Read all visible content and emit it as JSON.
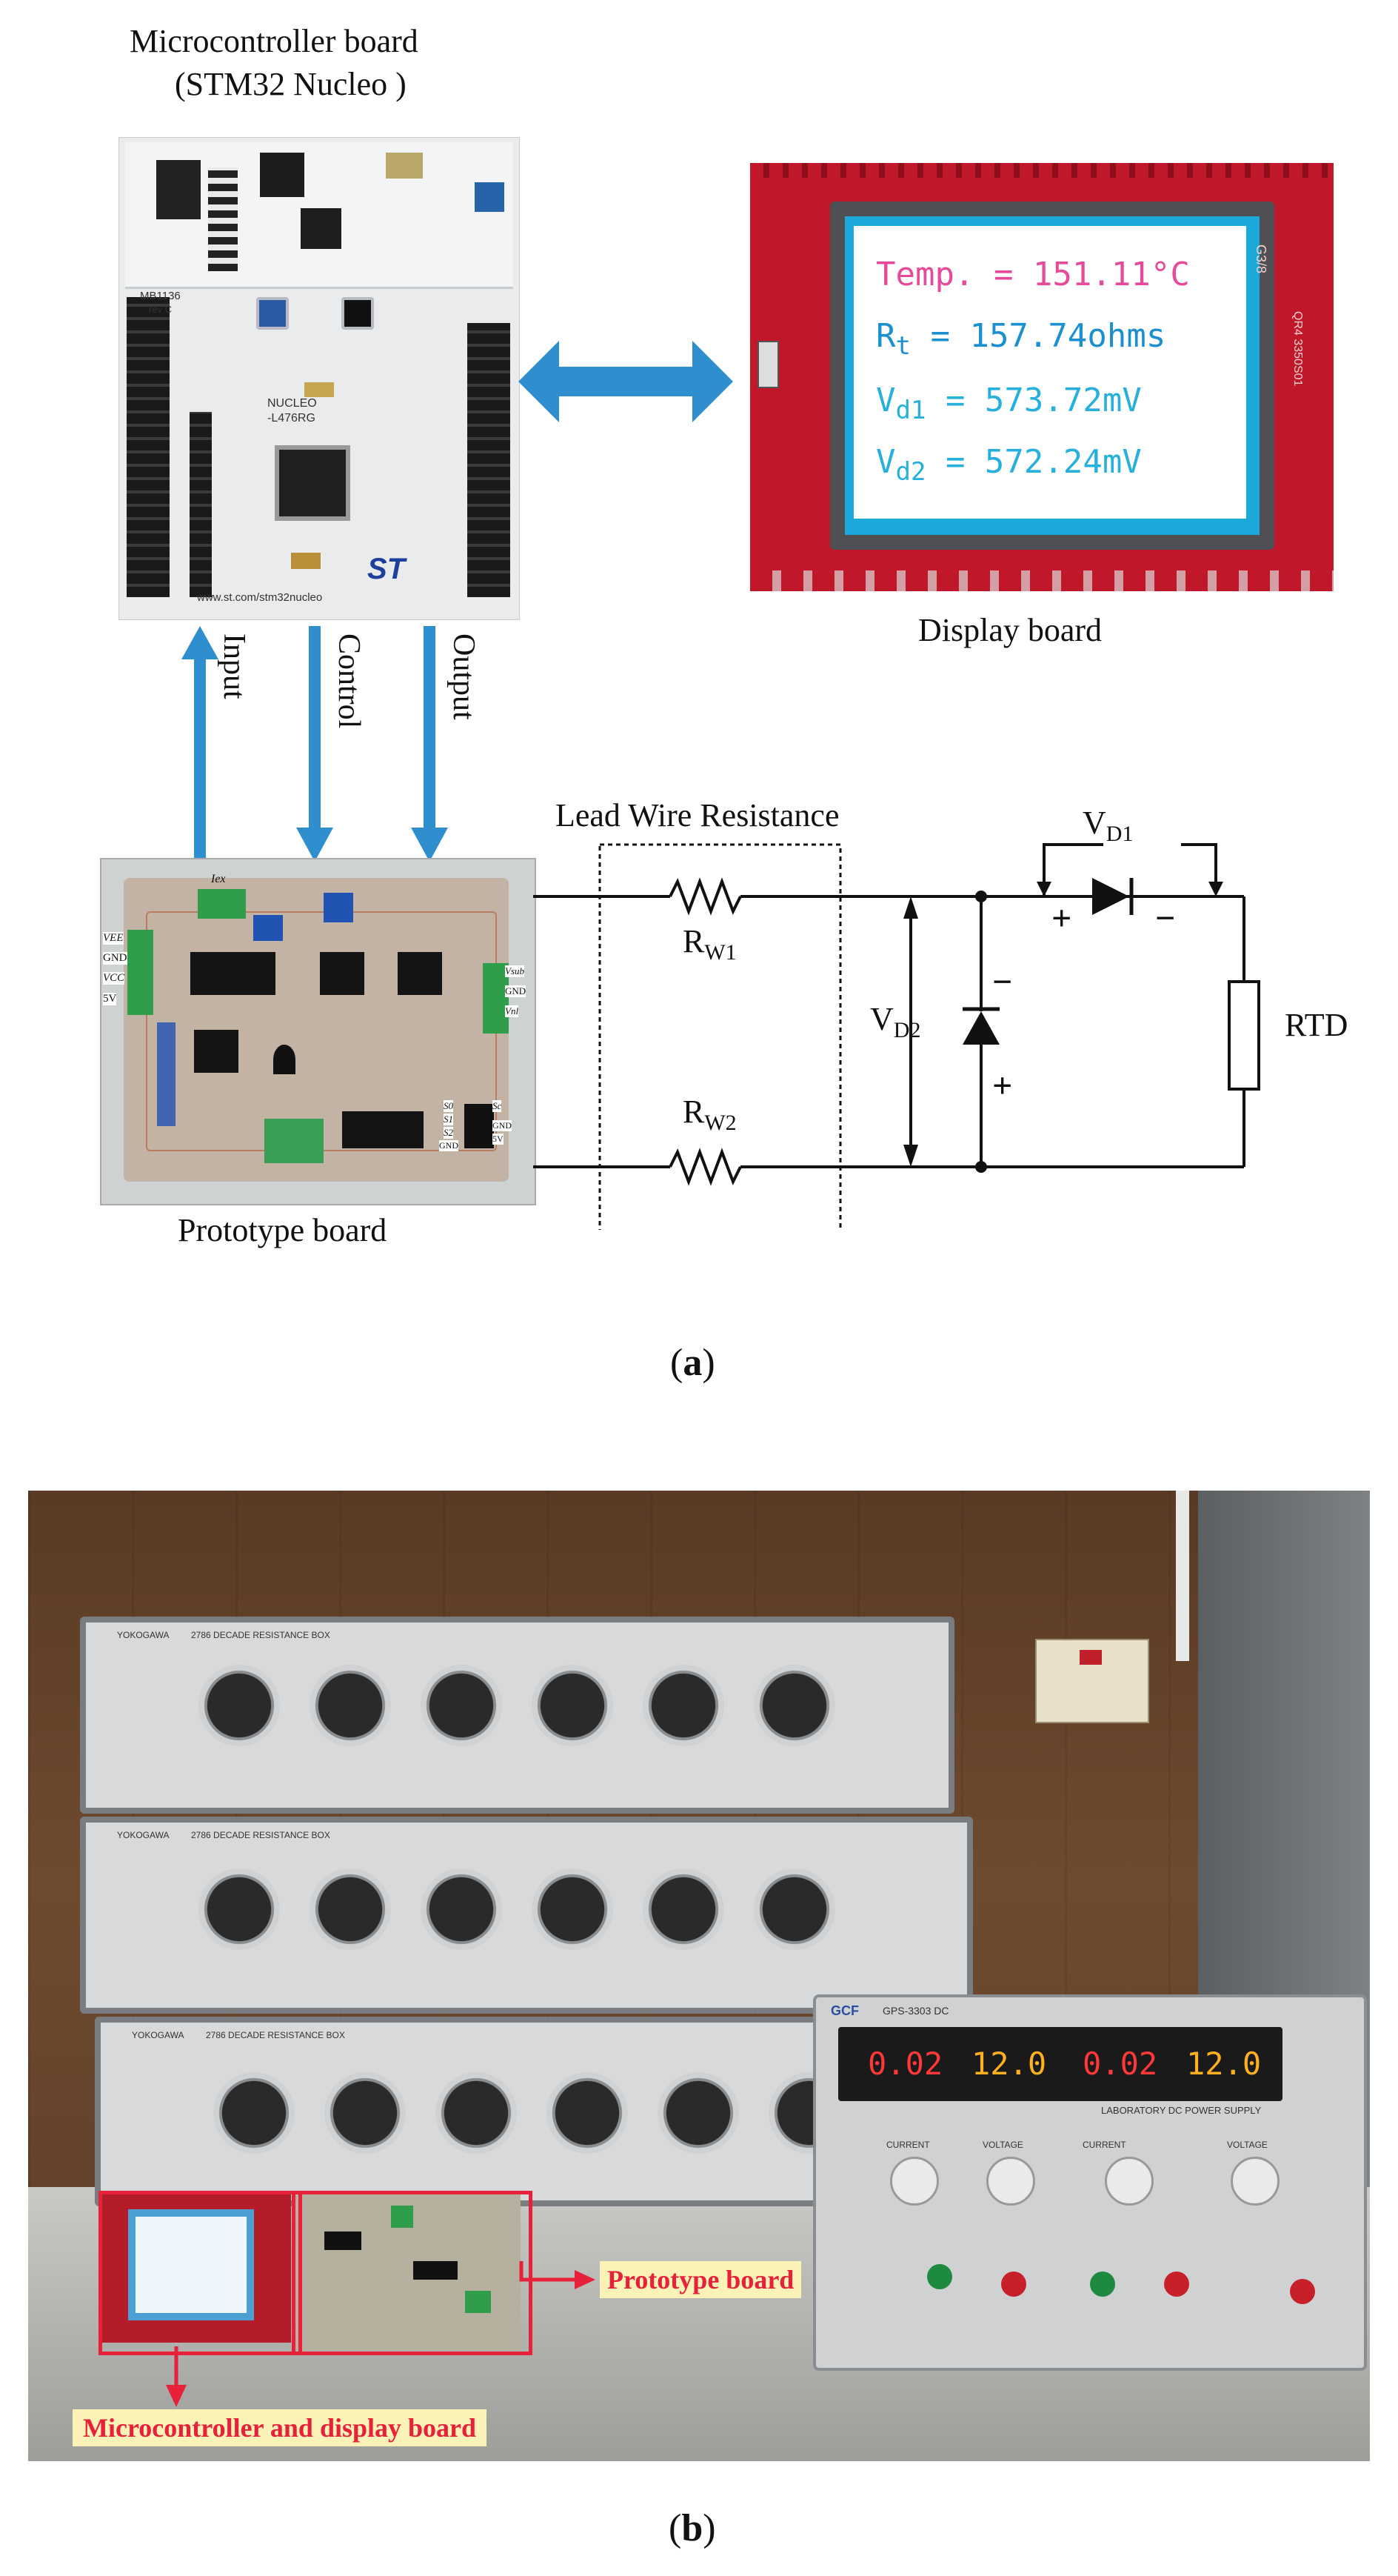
{
  "top": {
    "mcu_title_line1": "Microcontroller board",
    "mcu_title_line2": "(STM32 Nucleo )",
    "mcu_board": {
      "label_mb": "MB1136",
      "label_rev": "rev C",
      "label_nucleo": "NUCLEO",
      "label_model": "-L476RG",
      "label_url": "www.st.com/stm32nucleo",
      "label_brand": "ST"
    },
    "display_label": "Display board",
    "display_lines": {
      "temp": "Temp. = 151.11°C",
      "rt_pre": "R",
      "rt_sub": "t",
      "rt_post": " = 157.74ohms",
      "vd1_pre": "V",
      "vd1_sub": "d1",
      "vd1_post": " = 573.72mV",
      "vd2_pre": "V",
      "vd2_sub": "d2",
      "vd2_post": " = 572.24mV"
    },
    "display_pcb_labels": {
      "g3": "G3/8",
      "r4": "QR4 3350S01"
    },
    "arrow_labels": {
      "input": "Input",
      "control": "Control",
      "output": "Output"
    },
    "proto_label": "Prototype board",
    "proto_pins": {
      "iex": "Iex",
      "vee": "VEE",
      "gnd": "GND",
      "vcc": "VCC",
      "five_v": "5V",
      "vsub": "Vsub",
      "gnd2": "GND",
      "vnl": "Vnl",
      "s0": "S0",
      "s1": "S1",
      "s2": "S2",
      "sc": "Sc",
      "gnd3": "GND",
      "gnd4": "GND",
      "five_v2": "5V"
    },
    "circuit": {
      "lead_wire": "Lead Wire Resistance",
      "rw1": "R",
      "rw1_sub": "W1",
      "rw2": "R",
      "rw2_sub": "W2",
      "vd2": "V",
      "vd2_sub": "D2",
      "vd1": "V",
      "vd1_sub": "D1",
      "rtd": "RTD",
      "plus": "+",
      "minus": "−"
    },
    "caption": "a"
  },
  "bottom": {
    "decade_box_label": "2786 DECADE RESISTANCE BOX",
    "decade_brand": "YOKOGAWA",
    "psu_readout": [
      "0.02",
      "12.0",
      "0.02",
      "12.0"
    ],
    "psu_brand": "GCF",
    "psu_model": "GPS-3303 DC",
    "psu_caption": "LABORATORY DC POWER SUPPLY",
    "psu_controls": [
      "CURRENT",
      "VOLTAGE",
      "CURRENT",
      "VOLTAGE"
    ],
    "callout_proto": "Prototype board",
    "callout_mcu": "Microcontroller and display board",
    "caption": "b"
  },
  "colors": {
    "arrow": "#2e8ece",
    "callout": "#e8213a",
    "callout_bg": "#fbf2b8"
  }
}
